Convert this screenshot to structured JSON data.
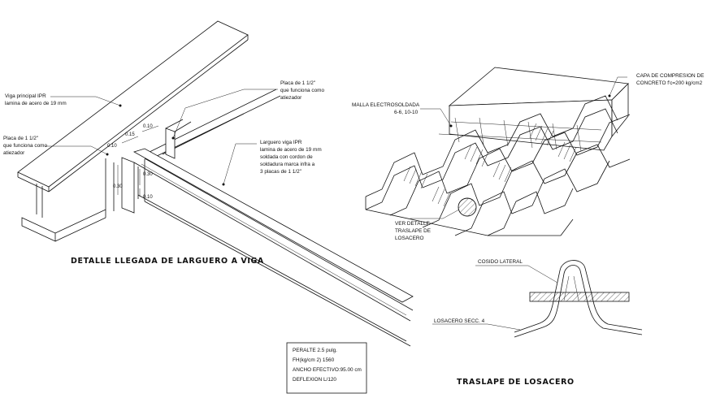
{
  "beam_detail": {
    "title": "DETALLE LLEGADA DE LARGUERO A VIGA",
    "label_viga_1": "Viga principal IPR",
    "label_viga_2": "lamina de acero de 19 mm",
    "label_placa_top_1": "Placa de 1 1/2\"",
    "label_placa_top_2": "que funciona como",
    "label_placa_top_3": "atiezador",
    "label_placa_left_1": "Placa de 1 1/2\"",
    "label_placa_left_2": "que funciona como",
    "label_placa_left_3": "atiezador",
    "label_larguero_1": "Larguero viga IPR",
    "label_larguero_2": "lamina de acero de 19 mm",
    "label_larguero_3": "soldada con cordon de",
    "label_larguero_4": "soldadura marca infra a",
    "label_larguero_5": "3 placas de 1 1/2\"",
    "dim_010_a": "0.10",
    "dim_015": "0.15",
    "dim_010_b": "0.10",
    "dim_030_a": "0.30",
    "dim_030_b": "0.30",
    "dim_010_c": "0.10"
  },
  "deck_detail": {
    "label_capa_1": "CAPA DE COMPRESION DE",
    "label_capa_2": "CONCRETO f'c=200 kg/cm2",
    "label_malla_1": "MALLA ELECTROSOLDADA",
    "label_malla_2": "6-6, 10-10",
    "label_ver_1": "VER DETALLE",
    "label_ver_2": "TRASLAPE DE",
    "label_ver_3": "LOSACERO"
  },
  "spec_box": {
    "line1": "PERALTE 2.5 pulg.",
    "line2": "FH(kg/cm 2) 1560",
    "line3": "ANCHO EFECTIVO:95.00 cm",
    "line4": "DEFLEXION L/120"
  },
  "lap_detail": {
    "title": "TRASLAPE DE LOSACERO",
    "label_cosido": "COSIDO LATERAL",
    "label_losacero": "LOSACERO SECC. 4"
  }
}
